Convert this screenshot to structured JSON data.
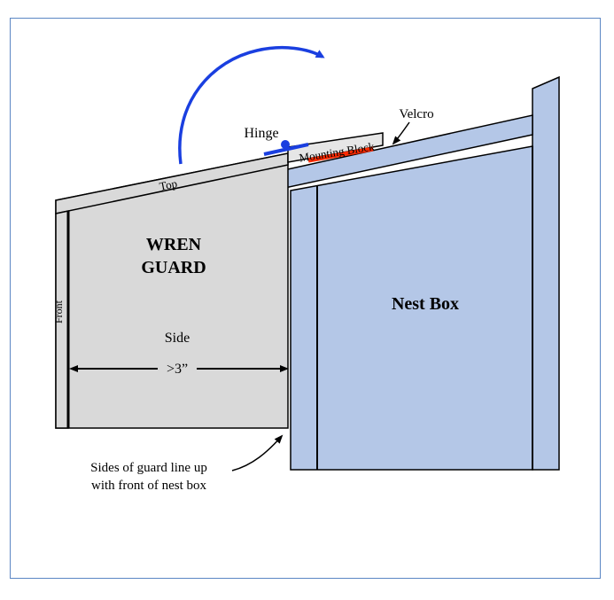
{
  "labels": {
    "wren_line1": "WREN",
    "wren_line2": "GUARD",
    "top": "Top",
    "front": "Front",
    "side": "Side",
    "width": ">3”",
    "hinge": "Hinge",
    "mounting_block": "Mounting Block",
    "velcro": "Velcro",
    "nest_box": "Nest Box",
    "note_line1": "Sides of guard line up",
    "note_line2": "with front of nest box"
  },
  "icons": {
    "rotation_arrow": "curved-arrow-icon",
    "hinge": "hinge-icon"
  },
  "colors": {
    "frame_border": "#5b86c4",
    "guard_fill": "#d9d9d9",
    "nest_fill": "#b4c7e7",
    "rotation_arrow": "#1a3fe0",
    "hinge": "#1a3fe0",
    "velcro": "#ff2a00"
  }
}
